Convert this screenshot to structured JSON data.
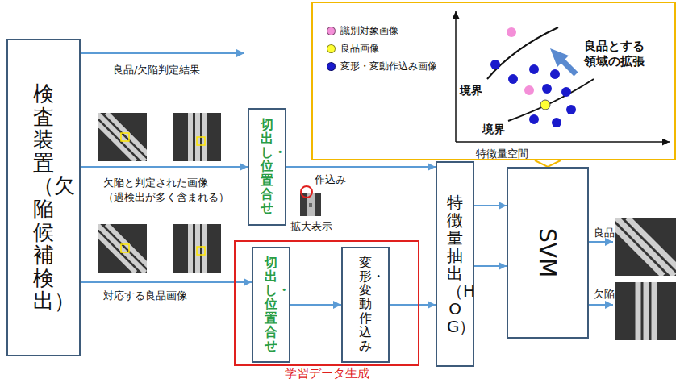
{
  "diagram": {
    "nodes": [
      {
        "text": [
          "検査装置（欠陥候補検出）"
        ]
      },
      {
        "text": [
          "切出し・位置合せ"
        ]
      },
      {
        "text": [
          "学習データ生成"
        ]
      },
      {
        "text": [
          "切出し・位置合せ"
        ],
        "in": 2
      },
      {
        "text": [
          "変形・変動作込み"
        ],
        "in": 2
      },
      {
        "text": [
          "特徴量抽出（HOG）"
        ]
      },
      {
        "text": [
          "SVM"
        ]
      },
      {
        "text": [
          "良品とする領域の拡張",
          "境界",
          "境界",
          "特徴量空間"
        ]
      }
    ],
    "edges": [
      {
        "from": 0,
        "to": 1,
        "arrow": "to",
        "label": "欠陥と判定された画像 （過検出が多く含まれる）"
      },
      {
        "from": 0,
        "to": 3,
        "arrow": "to",
        "label": "対応する良品画像"
      },
      {
        "from": 1,
        "to": 5,
        "arrow": "to"
      },
      {
        "from": 3,
        "to": 4,
        "arrow": "to"
      },
      {
        "from": 4,
        "to": 5,
        "arrow": "to"
      },
      {
        "from": 5,
        "to": 6,
        "arrow": "to"
      },
      {
        "from": 5,
        "to": 6,
        "arrow": "to"
      },
      {
        "from": 6,
        "to": 7,
        "arrow": "none"
      }
    ],
    "labels": [
      "良品/欠陥判定結果",
      "作込み",
      "拡大表示",
      "良品",
      "欠陥"
    ],
    "legend": [
      {
        "text": "識別対象画像",
        "color": "#f48fd8"
      },
      {
        "text": "良品画像",
        "color": "#ffff33"
      },
      {
        "text": "変形・変動作込み画像",
        "color": "#1a1acc"
      }
    ]
  }
}
